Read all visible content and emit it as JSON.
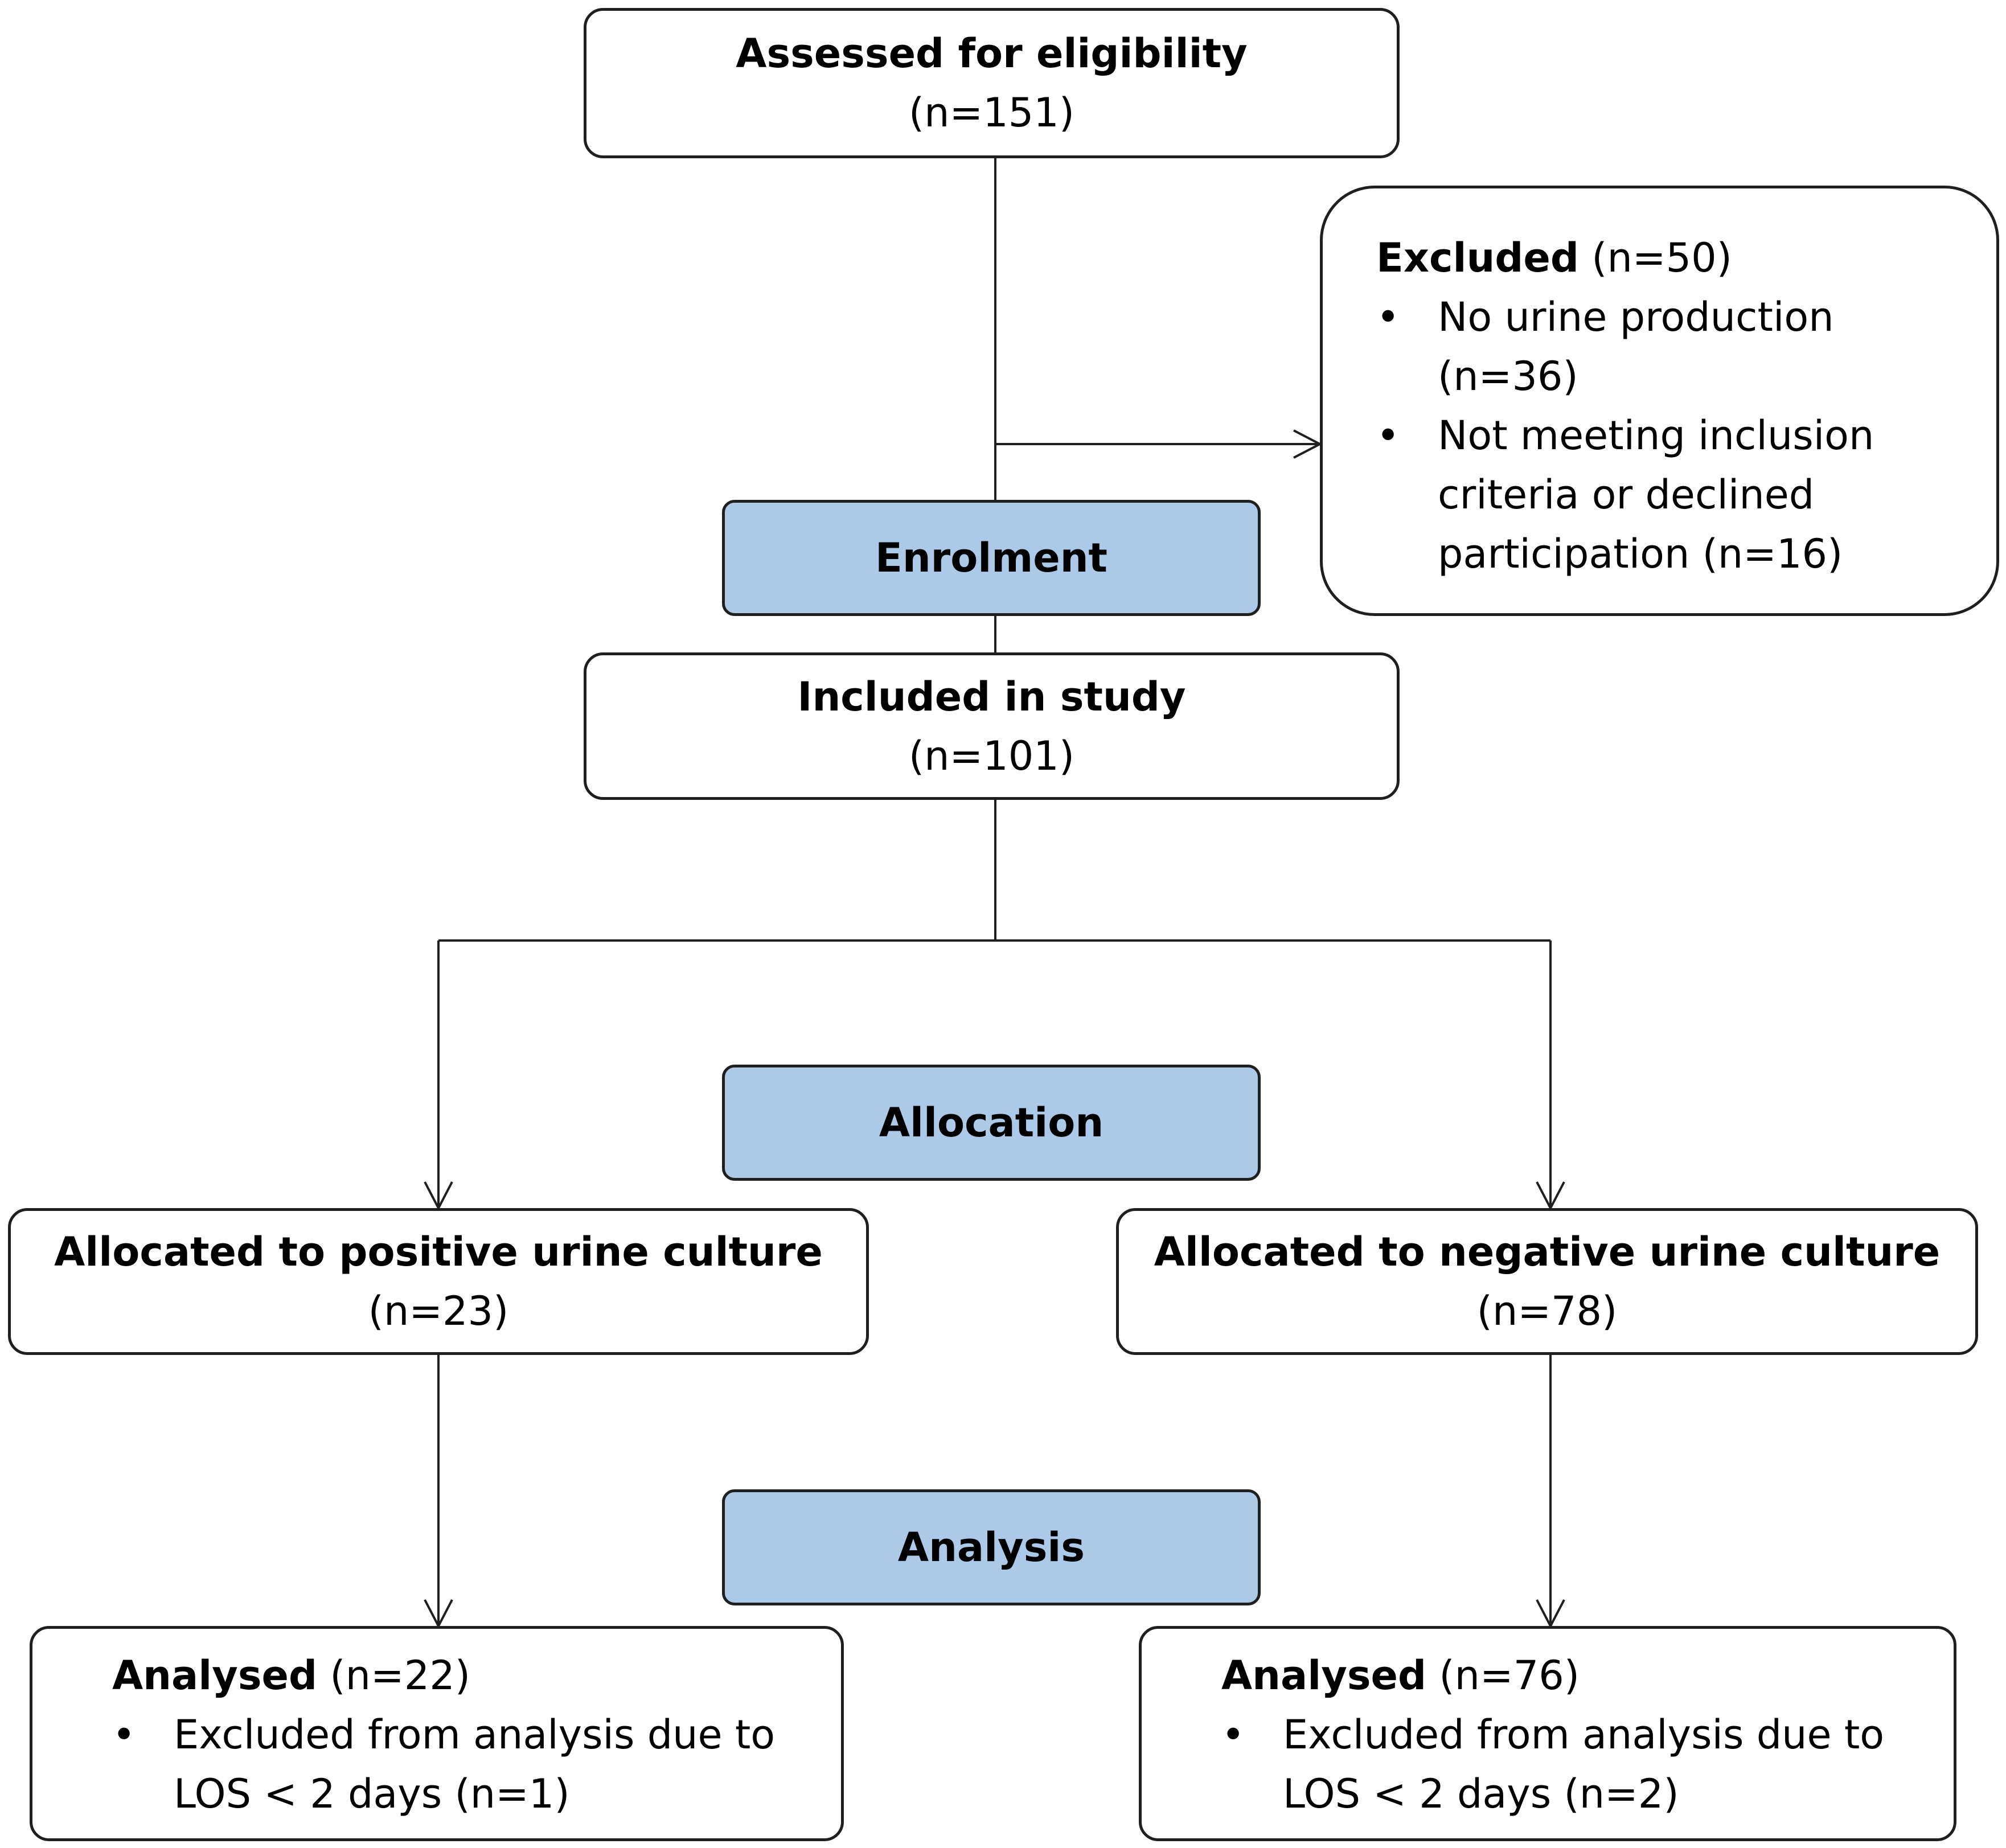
{
  "colors": {
    "stage_fill": "#acc9e8",
    "stroke": "#1f1f1f",
    "box_fill": "#ffffff"
  },
  "assessed": {
    "title": "Assessed for eligibility",
    "count": "(n=151)"
  },
  "excluded": {
    "title": "Excluded",
    "count": " (n=50)",
    "items": [
      {
        "label": "No urine production",
        "count": "(n=36)"
      },
      {
        "label": "Not meeting inclusion criteria or declined participation",
        "count": " (n=16)"
      }
    ]
  },
  "stages": {
    "enrolment": "Enrolment",
    "allocation": "Allocation",
    "analysis": "Analysis"
  },
  "included": {
    "title": "Included in study",
    "count": "(n=101)"
  },
  "positive": {
    "title": "Allocated to positive urine culture",
    "count": "(n=23)"
  },
  "negative": {
    "title": "Allocated to negative urine culture",
    "count": "(n=78)"
  },
  "analysed_positive": {
    "title": "Analysed",
    "count": " (n=22)",
    "items": [
      {
        "label": "Excluded from analysis due to LOS < 2 days",
        "count": " (n=1)"
      }
    ]
  },
  "analysed_negative": {
    "title": "Analysed",
    "count": " (n=76)",
    "items": [
      {
        "label": "Excluded from analysis due to LOS < 2 days",
        "count": " (n=2)"
      }
    ]
  }
}
